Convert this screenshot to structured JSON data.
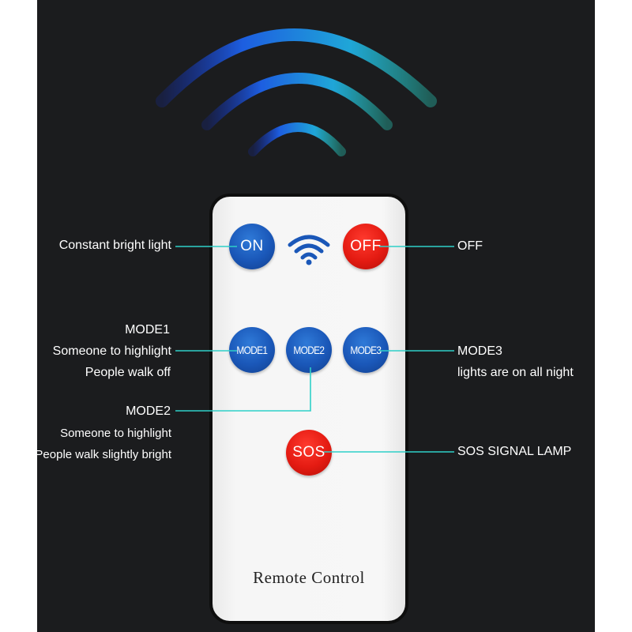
{
  "remote": {
    "title": "Remote Control",
    "buttons": {
      "on": "ON",
      "off": "OFF",
      "mode1": "MODE1",
      "mode2": "MODE2",
      "mode3": "MODE3",
      "sos": "SOS"
    }
  },
  "labels": {
    "on": "Constant bright light",
    "off": "OFF",
    "mode1_title": "MODE1",
    "mode1_line1": "Someone to highlight",
    "mode1_line2": "People walk off",
    "mode2_title": "MODE2",
    "mode2_line1": "Someone to highlight",
    "mode2_line2": "People walk slightly bright",
    "mode3_title": "MODE3",
    "mode3_line1": "lights are on all night",
    "sos": "SOS SIGNAL LAMP"
  },
  "icons": {
    "signal": "signal-waves-icon",
    "wifi": "wifi-icon"
  },
  "colors": {
    "background": "#1b1c1e",
    "accent_line": "#2fd0c8",
    "button_blue": "#1a57b8",
    "button_red": "#e41b12"
  }
}
